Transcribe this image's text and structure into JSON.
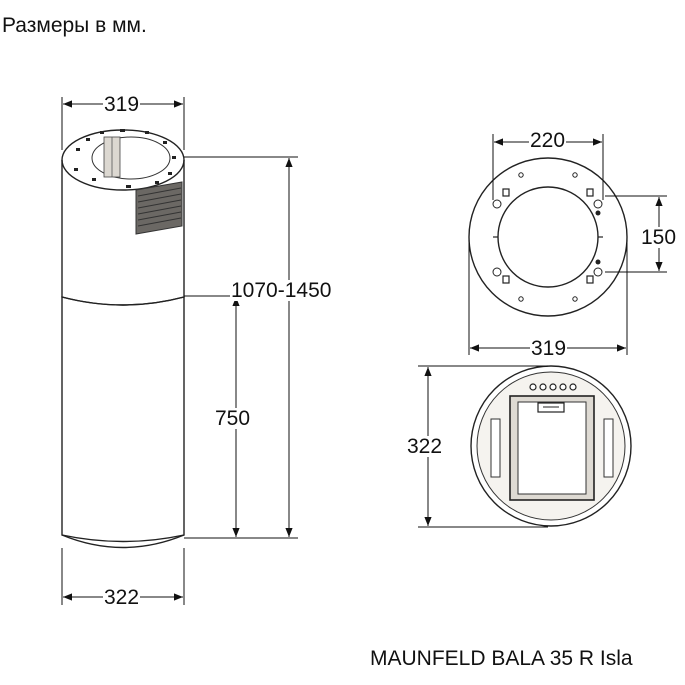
{
  "header": {
    "title": "Размеры в мм."
  },
  "footer": {
    "model": "MAUNFELD BALA 35 R Isla"
  },
  "side_view": {
    "top_width": "319",
    "bottom_width": "322",
    "total_height": "1070-1450",
    "lower_height": "750"
  },
  "top_view": {
    "mount_spacing_width": "220",
    "mount_spacing_height": "150",
    "outer_diameter": "319"
  },
  "bottom_view": {
    "depth": "322",
    "control_buttons": 5
  },
  "colors": {
    "line": "#111111",
    "body": "#f4f2ee",
    "panel": "#dedad3"
  }
}
